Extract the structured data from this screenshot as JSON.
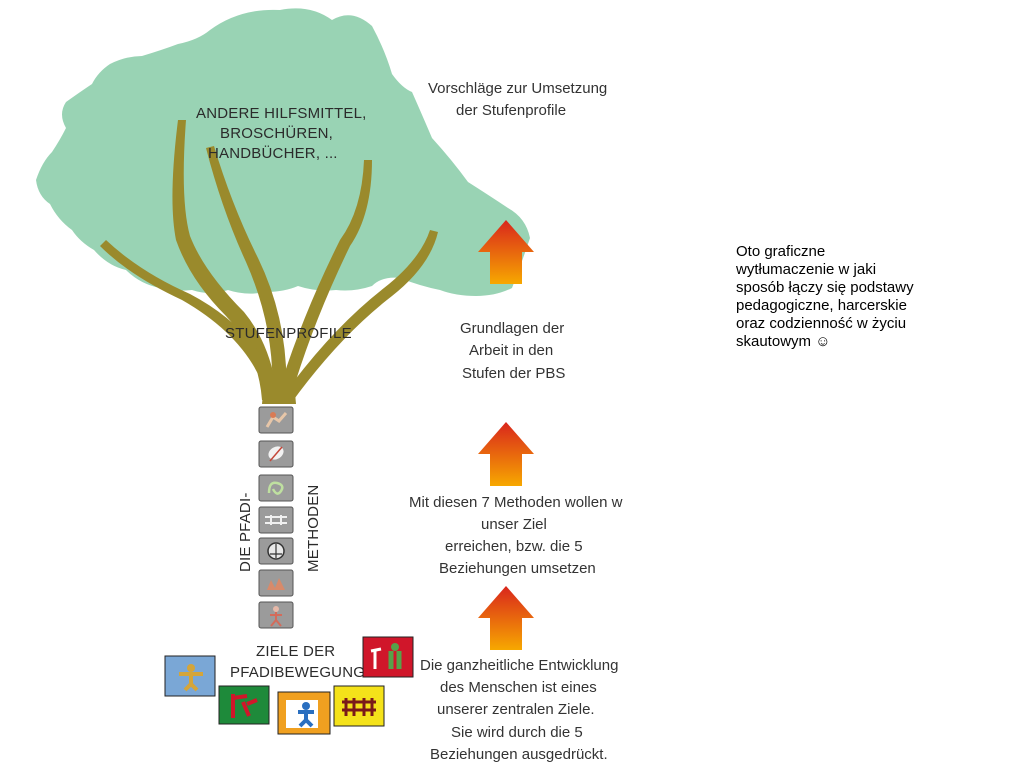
{
  "colors": {
    "crown": "#99d3b4",
    "branches": "#9a8a2c",
    "arrow_top": "#d9261c",
    "arrow_bottom": "#f7a800",
    "method_icon_bg": "#9b9b9b",
    "flag_blue": "#7aa7d6",
    "flag_green": "#1e8a3a",
    "flag_orange": "#f0a020",
    "flag_yellow": "#f4e21a",
    "flag_red": "#d0162a"
  },
  "tree": {
    "crown_label_lines": [
      "ANDERE HILFSMITTEL,",
      "BROSCHÜREN,",
      "HANDBÜCHER, ..."
    ],
    "branch_label": "STUFENPROFILE",
    "methods_label_left": "DIE PFADI-",
    "methods_label_right": "METHODEN",
    "method_icons": [
      "hiking-icon",
      "leaf-icon",
      "knot-icon",
      "bridge-icon",
      "compass-icon",
      "campfire-icon",
      "person-icon"
    ],
    "goals_label_lines": [
      "ZIELE DER",
      "PFADIBEWEGUNG"
    ],
    "relationship_flags": [
      "blue-flag-icon",
      "green-flag-icon",
      "orange-flag-icon",
      "yellow-flag-icon",
      "red-flag-icon"
    ]
  },
  "steps": [
    {
      "lines": [
        "Vorschläge zur Umsetzung",
        "der Stufenprofile"
      ]
    },
    {
      "lines": [
        "Grundlagen der",
        "Arbeit in den",
        "Stufen der PBS"
      ]
    },
    {
      "lines": [
        "Mit diesen 7 Methoden wollen w",
        "unser Ziel",
        "erreichen, bzw. die 5",
        "Beziehungen umsetzen"
      ]
    },
    {
      "lines": [
        "Die ganzheitliche Entwicklung",
        "des Menschen ist eines",
        "unserer zentralen Ziele.",
        "Sie wird durch die 5",
        "Beziehungen ausgedrückt."
      ]
    }
  ],
  "side_note": "Oto graficzne wytłumaczenie w jaki sposób łączy się podstawy pedagogiczne, harcerskie oraz codzienność w życiu skautowym ☺"
}
